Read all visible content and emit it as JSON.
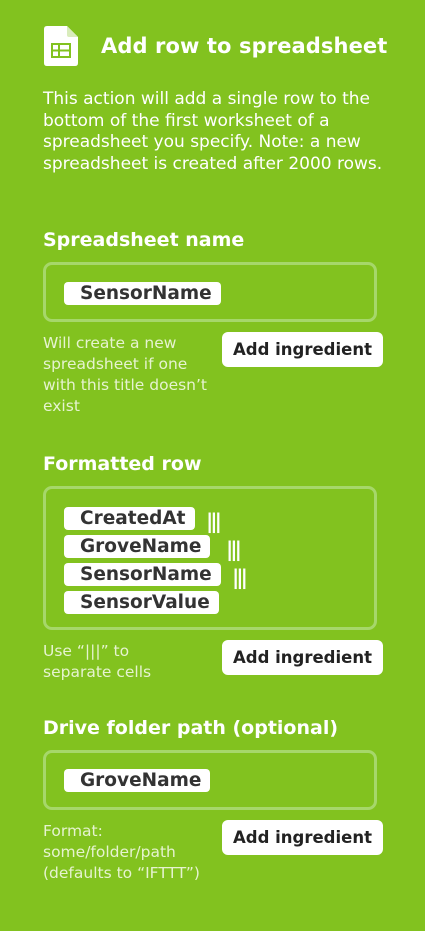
{
  "header": {
    "title": "Add row to spreadsheet",
    "description": "This action will add a single row to the bottom of the first worksheet of a spreadsheet you specify. Note: a new spreadsheet is created after 2000 rows."
  },
  "spreadsheet_name": {
    "label": "Spreadsheet name",
    "ingredients": [
      "SensorName"
    ],
    "helper": "Will create a new spreadsheet if one with this title doesn’t exist",
    "add_button": "Add ingredient"
  },
  "formatted_row": {
    "label": "Formatted row",
    "ingredients": [
      "CreatedAt",
      "GroveName",
      "SensorName",
      "SensorValue"
    ],
    "separator": "|||",
    "helper": "Use “|||” to separate cells",
    "add_button": "Add ingredient"
  },
  "drive_folder": {
    "label": "Drive folder path (optional)",
    "ingredients": [
      "GroveName"
    ],
    "helper": "Format: some/folder/path (defaults to “IFTTT”)",
    "add_button": "Add ingredient"
  },
  "colors": {
    "background": "#82c21f",
    "field_border": "#a6d76a",
    "pill_bg": "#ffffff",
    "pill_text": "#333333",
    "helper_text": "#e6f3d0"
  },
  "icons": {
    "header": "google-sheets-icon"
  }
}
